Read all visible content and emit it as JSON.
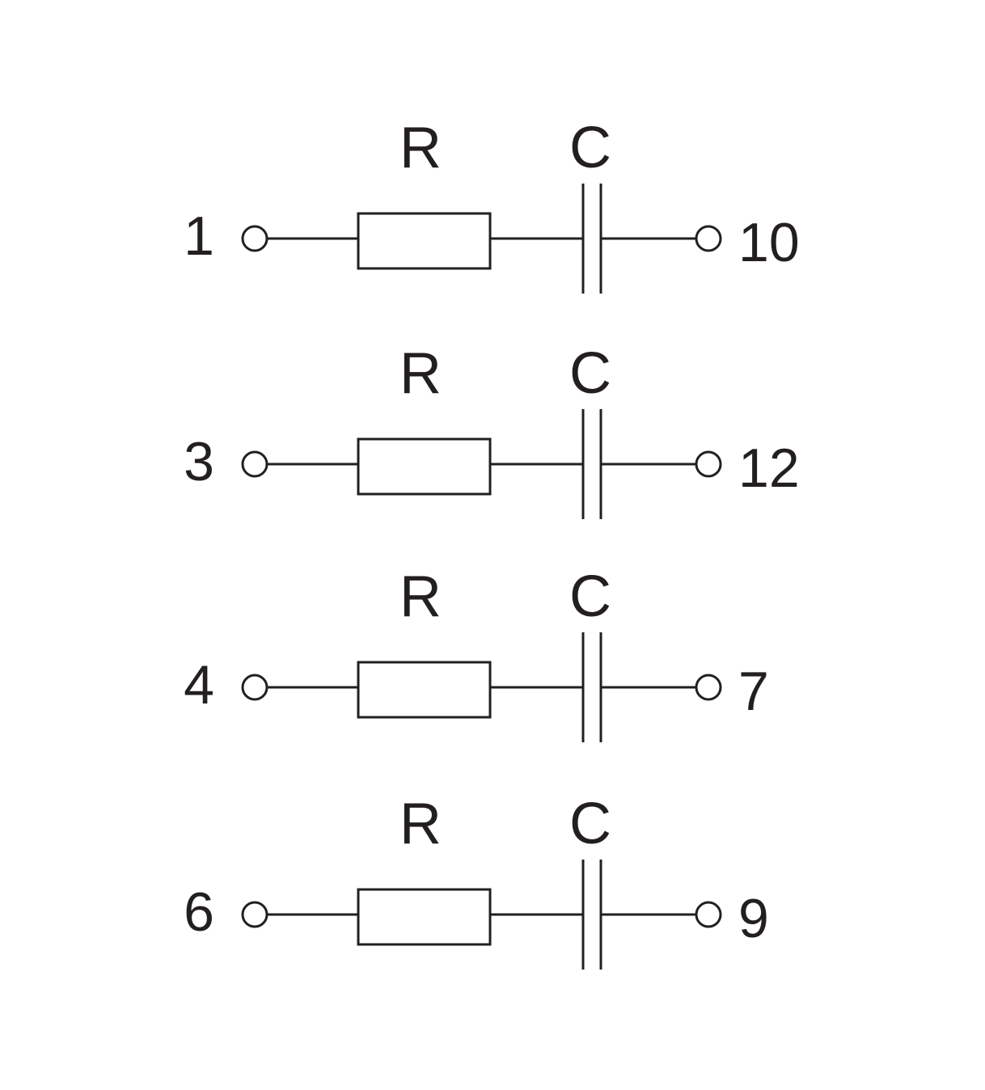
{
  "colors": {
    "stroke": "#231f20",
    "background": "#ffffff"
  },
  "circuits": [
    {
      "resistor_label": "R",
      "capacitor_label": "C",
      "left_terminal": "1",
      "right_terminal": "10"
    },
    {
      "resistor_label": "R",
      "capacitor_label": "C",
      "left_terminal": "3",
      "right_terminal": "12"
    },
    {
      "resistor_label": "R",
      "capacitor_label": "C",
      "left_terminal": "4",
      "right_terminal": "7"
    },
    {
      "resistor_label": "R",
      "capacitor_label": "C",
      "left_terminal": "6",
      "right_terminal": "9"
    }
  ]
}
